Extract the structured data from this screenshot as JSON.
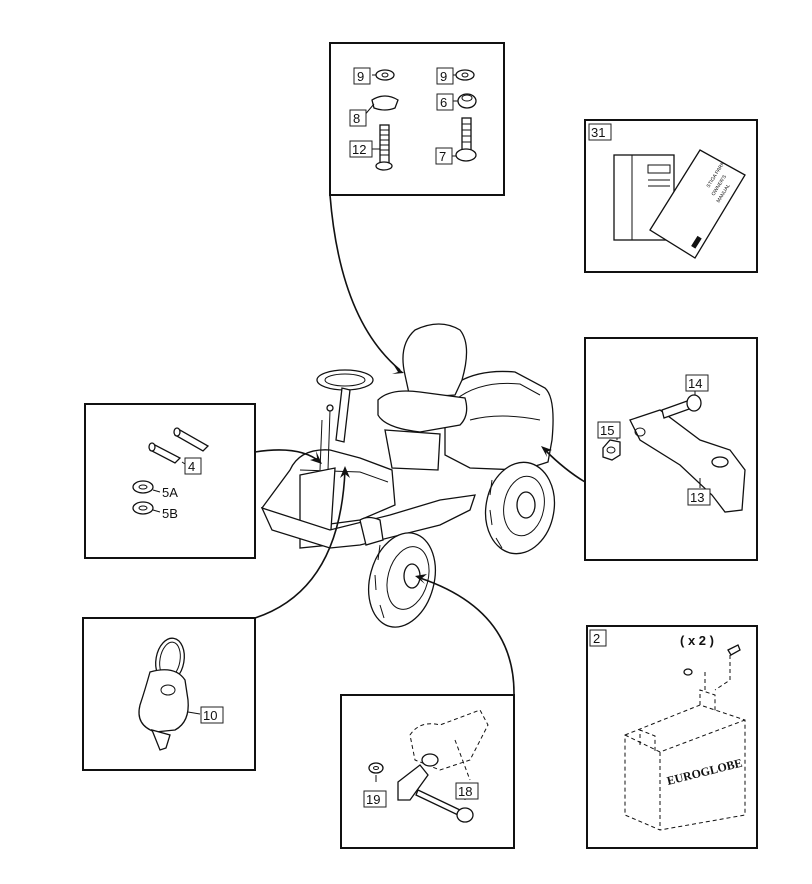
{
  "callouts": {
    "c9a": "9",
    "c9b": "9",
    "c8": "8",
    "c6": "6",
    "c12": "12",
    "c7": "7",
    "c31": "31",
    "c14": "14",
    "c15": "15",
    "c13": "13",
    "c4": "4",
    "c5a": "5A",
    "c5b": "5B",
    "c10": "10",
    "c2": "2",
    "qty": "( x 2 )",
    "c19": "19",
    "c18": "18"
  },
  "manual": {
    "cover_line1": "STIGA PARK",
    "cover_line2": "OWNER'S",
    "cover_line3": "MANUAL"
  },
  "battery": {
    "brand": "EUROGLOBE"
  }
}
